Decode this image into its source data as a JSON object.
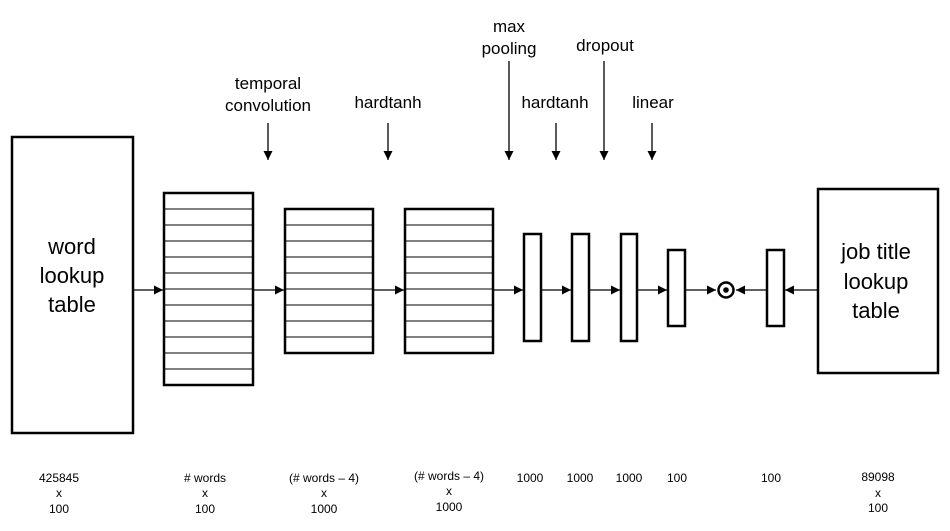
{
  "input_box": {
    "lines": [
      "word",
      "lookup",
      "table"
    ]
  },
  "output_box": {
    "lines": [
      "job title",
      "lookup",
      "table"
    ]
  },
  "operations": {
    "temporal_convolution": [
      "temporal",
      "convolution"
    ],
    "hardtanh_1": [
      "hardtanh"
    ],
    "max_pooling": [
      "max",
      "pooling"
    ],
    "hardtanh_2": [
      "hardtanh"
    ],
    "dropout": [
      "dropout"
    ],
    "linear": [
      "linear"
    ]
  },
  "dimensions": {
    "word_table": [
      "425845",
      "x",
      "100"
    ],
    "embedding": [
      "# words",
      "x",
      "100"
    ],
    "convolution": [
      "(# words  – 4)",
      "x",
      "1000"
    ],
    "hardtanh": [
      "(# words  – 4)",
      "x",
      "1000"
    ],
    "pooled": [
      "1000"
    ],
    "hardtanh_vec": [
      "1000"
    ],
    "dropout_vec": [
      "1000"
    ],
    "linear_vec": [
      "100"
    ],
    "job_vec": [
      "100"
    ],
    "job_table": [
      "89098",
      "x",
      "100"
    ]
  },
  "colors": {
    "stroke": "#000000",
    "background": "#ffffff"
  },
  "icons": {
    "dot_product": "circled-dot-operator-icon"
  }
}
